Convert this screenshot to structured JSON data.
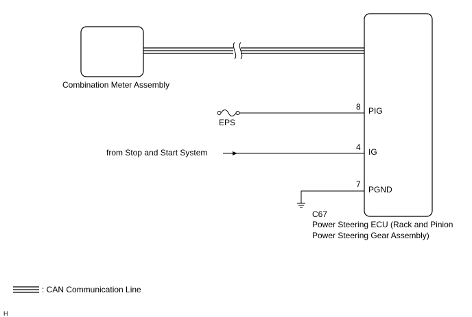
{
  "components": {
    "combination_meter": {
      "label": "Combination Meter Assembly"
    },
    "ecu": {
      "connector": "C67",
      "name_line1": "Power Steering ECU (Rack and Pinion",
      "name_line2": "Power Steering Gear Assembly)"
    }
  },
  "pins": [
    {
      "number": "8",
      "name": "PIG"
    },
    {
      "number": "4",
      "name": "IG"
    },
    {
      "number": "7",
      "name": "PGND"
    }
  ],
  "fuse": {
    "label": "EPS"
  },
  "source": {
    "label": "from Stop and Start System"
  },
  "legend": {
    "can_line": ": CAN Communication Line"
  },
  "footer": {
    "code": "H"
  },
  "colors": {
    "line": "#000000",
    "background": "#ffffff"
  }
}
